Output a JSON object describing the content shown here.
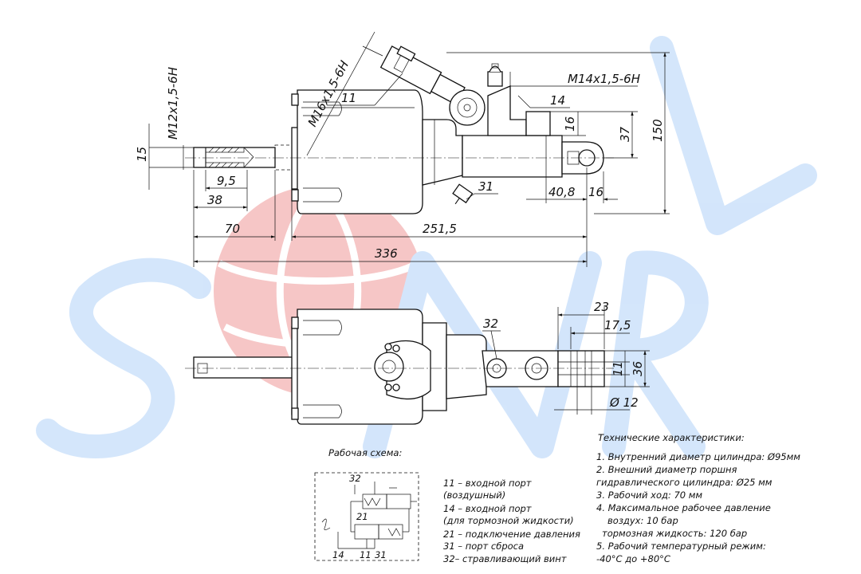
{
  "watermark": {
    "letters": "SNRL",
    "blue": "#1e88e5",
    "red": "#e53935"
  },
  "dimensions": {
    "thread_m12": "M12x1,5-6H",
    "thread_m16": "M16x1,5-6H",
    "thread_m14": "M14x1,5-6H",
    "d15": "15",
    "d9_5": "9,5",
    "d38": "38",
    "d70": "70",
    "d251_5": "251,5",
    "d336": "336",
    "d16_top": "16",
    "d37": "37",
    "d150": "150",
    "d40_8": "40,8",
    "d16_right": "16",
    "d23": "23",
    "d17_5": "17,5",
    "d11": "11",
    "d36": "36",
    "d12": "Ø 12"
  },
  "callouts": {
    "c11": "11",
    "c14": "14",
    "c31": "31",
    "c32": "32"
  },
  "scheme": {
    "title": "Рабочая схема:",
    "labels": {
      "l32": "32",
      "l21": "21",
      "l14": "14",
      "l11": "11",
      "l31": "31"
    }
  },
  "legend": [
    "11 – входной порт",
    "(воздушный)",
    "14 – входной порт",
    "(для тормозной жидкости)",
    "21 – подключение давления",
    "31 – порт сброса",
    "32– стравливающий винт"
  ],
  "specs": {
    "title": "Технические характеристики:",
    "lines": [
      "1. Внутренний диаметр цилиндра: Ø95мм",
      "2. Внешний диаметр поршня",
      "гидравлического цилиндра: Ø25 мм",
      "3. Рабочий ход: 70 мм",
      "4. Максимальное рабочее давление",
      "воздух: 10 бар",
      "тормозная жидкость: 120 бар",
      "5. Рабочий температурный режим:",
      "-40°C до +80°C"
    ]
  }
}
